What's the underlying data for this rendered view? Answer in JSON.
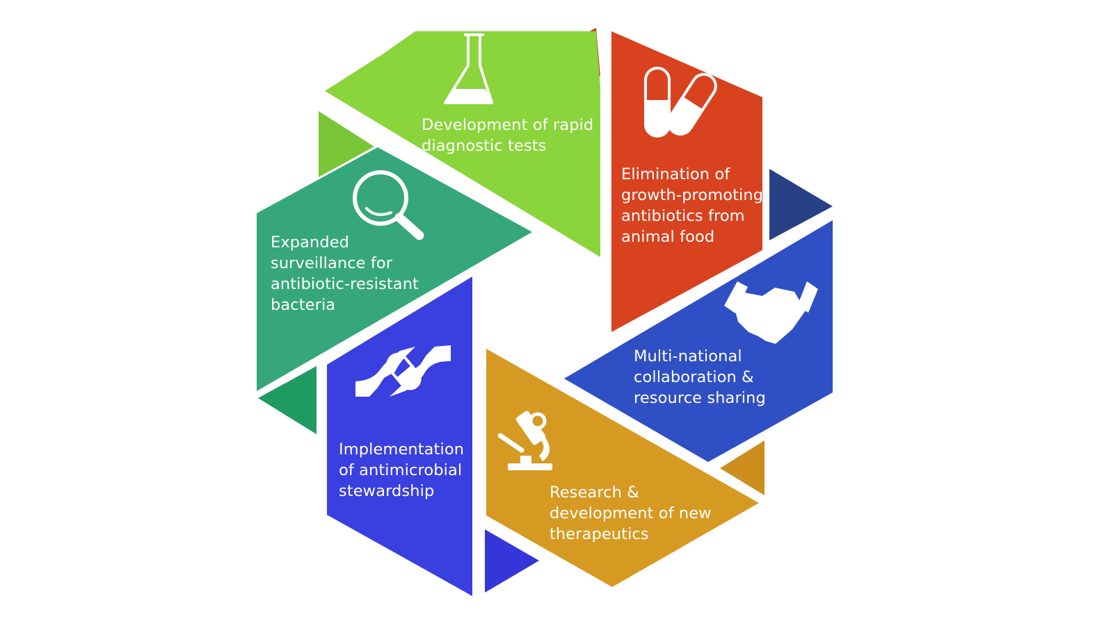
{
  "segments": [
    {
      "id": "green",
      "text": "Development of rapid\ndiagnostic tests",
      "icon": "flask-icon",
      "color": "#8ad43c"
    },
    {
      "id": "red",
      "text": "Elimination of\ngrowth-promoting\nantibiotics from\nanimal food",
      "icon": "capsules-icon",
      "color": "#d8421f"
    },
    {
      "id": "teal",
      "text": "Expanded\nsurveillance for\nantibiotic-resistant\nbacteria",
      "icon": "magnifier-icon",
      "color": "#36a77a"
    },
    {
      "id": "blue",
      "text": "Multi-national\ncollaboration &\nresource sharing",
      "icon": "handshake-icon",
      "color": "#2f4fc4"
    },
    {
      "id": "indigo",
      "text": "Implementation\nof antimicrobial\nstewardship",
      "icon": "hands-pill-icon",
      "color": "#3a3fe0"
    },
    {
      "id": "gold",
      "text": "Research &\ndevelopment of new\ntherapeutics",
      "icon": "microscope-icon",
      "color": "#d69a22"
    }
  ]
}
